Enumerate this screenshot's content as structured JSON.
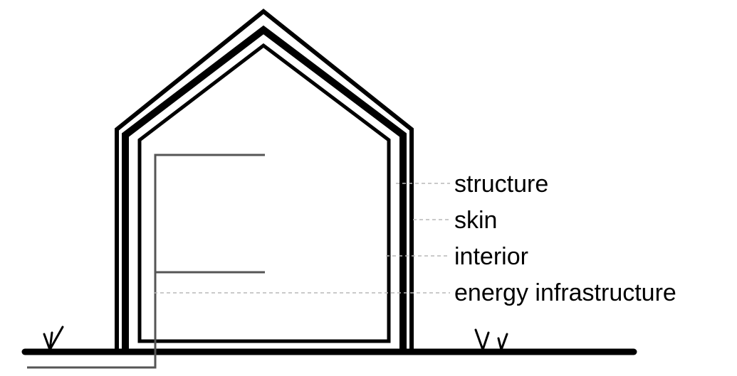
{
  "labels": {
    "structure": "structure",
    "skin": "skin",
    "interior": "interior",
    "energy": "energy infrastructure"
  },
  "colors": {
    "outline": "#000000",
    "infrastructure": "#555555",
    "leader": "#b9b9b9"
  }
}
